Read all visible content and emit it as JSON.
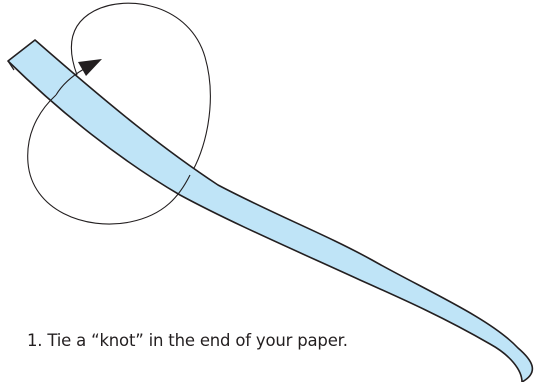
{
  "caption": "1. Tie a “knot” in the end of your paper.",
  "colors": {
    "strip_fill": "#bfe4f7",
    "outline": "#231f20",
    "background": "#ffffff"
  },
  "icons": {
    "loop": "curved-motion-path",
    "arrow": "arrowhead"
  }
}
